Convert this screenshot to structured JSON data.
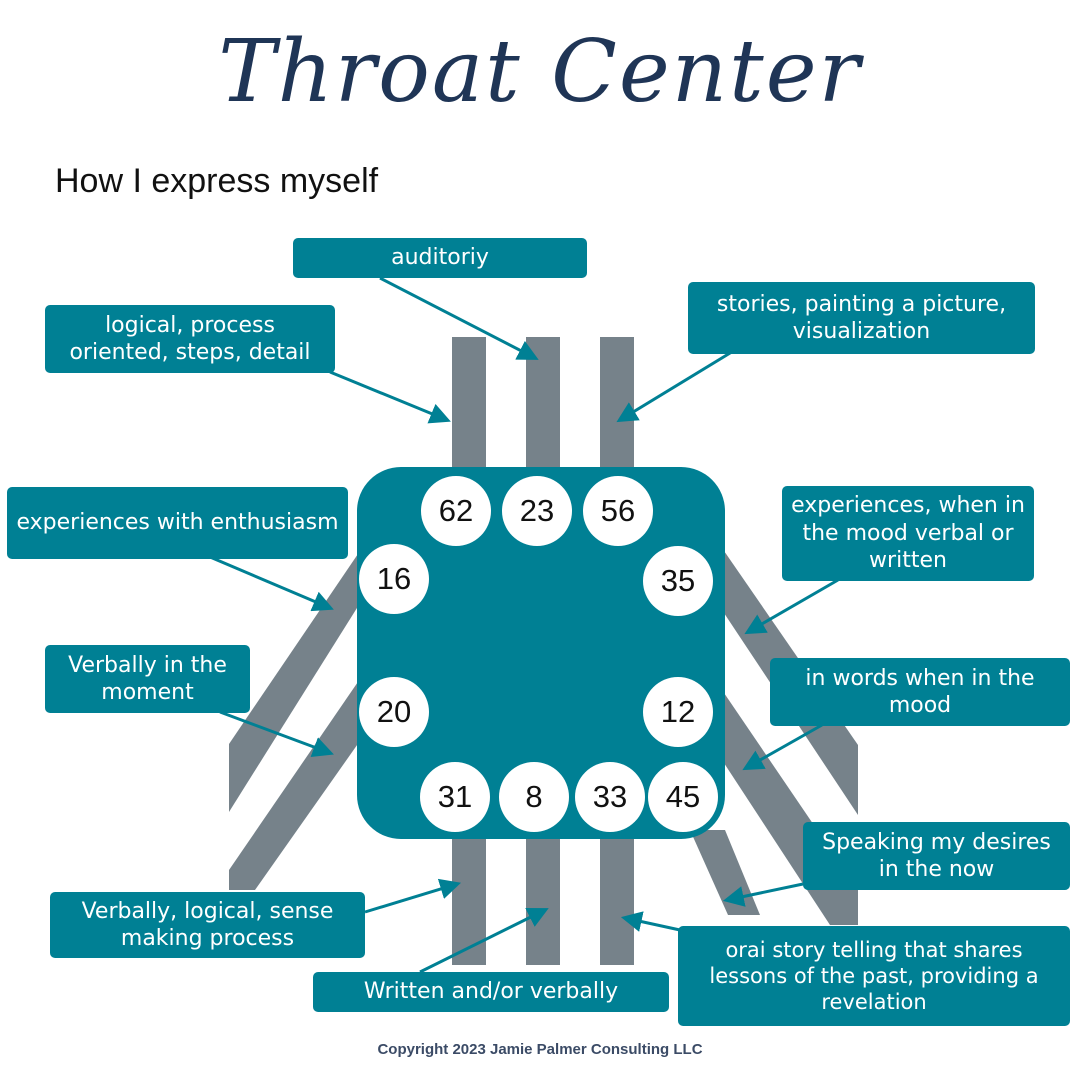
{
  "title": "Throat Center",
  "subtitle": "How I express myself",
  "copyright": "Copyright 2023 Jamie Palmer Consulting LLC",
  "colors": {
    "teal": "#008094",
    "channel": "#76828a",
    "title": "#1f3556"
  },
  "gates": {
    "g62": "62",
    "g23": "23",
    "g56": "56",
    "g16": "16",
    "g35": "35",
    "g20": "20",
    "g12": "12",
    "g31": "31",
    "g8": "8",
    "g33": "33",
    "g45": "45"
  },
  "labels": {
    "auditory": "auditoriy",
    "logical": "logical, process oriented, steps, detail",
    "stories": "stories, painting a picture, visualization",
    "enthusiasm": "experiences with enthusiasm",
    "experiences_mood": "experiences, when in the mood verbal or written",
    "verbally_moment": "Verbally in the moment",
    "words_mood": "in words when in the mood",
    "speaking_desires": "Speaking my desires in the now",
    "verbally_logical": "Verbally, logical, sense making process",
    "oral_story": "orai story telling that shares lessons of the past, providing a revelation",
    "written_verbally": "Written and/or verbally"
  }
}
